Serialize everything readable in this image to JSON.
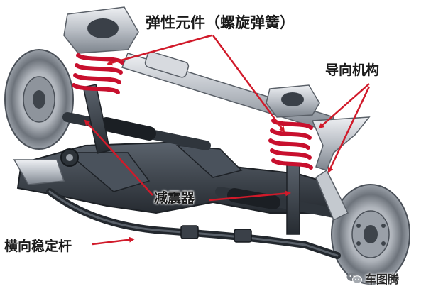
{
  "labels": {
    "spring": "弹性元件（螺旋弹簧）",
    "guide": "导向机构",
    "shock": "减震器",
    "sway": "横向稳定杆"
  },
  "watermark": {
    "text": "车图腾",
    "icon": "wechat-icon"
  },
  "colors": {
    "arrow": "#d11a2a",
    "spring": "#c8102e",
    "metal_light": "#cfd3d8",
    "metal_dark": "#3f4650",
    "background": "#ffffff"
  }
}
